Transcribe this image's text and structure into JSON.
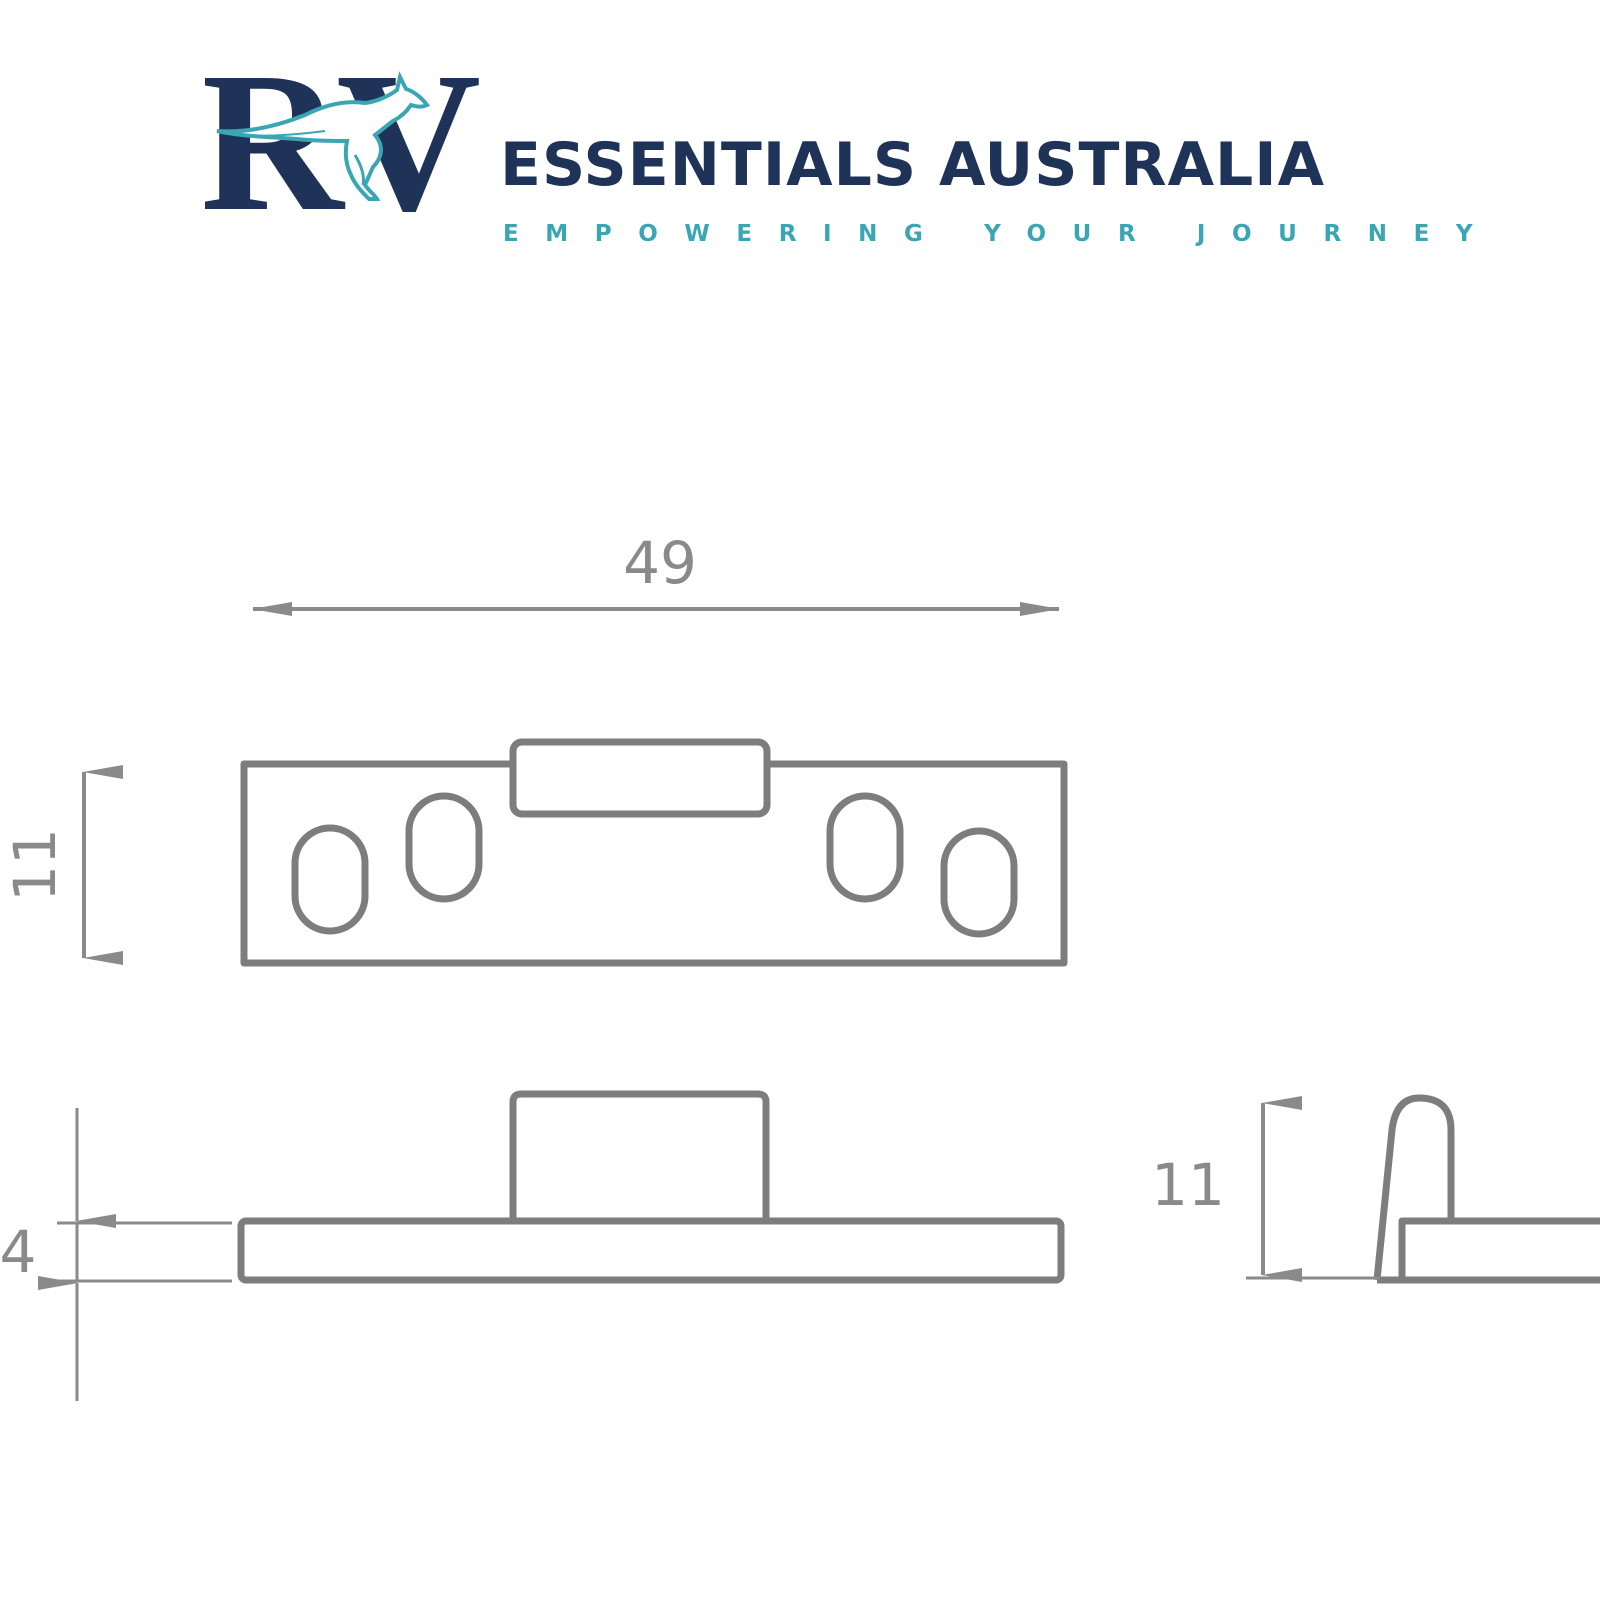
{
  "logo": {
    "monogram": "RV",
    "brand_name": "ESSENTIALS AUSTRALIA",
    "tagline": "EMPOWERING YOUR JOURNEY",
    "colors": {
      "navy": "#1f3358",
      "teal": "#3aa6b4"
    }
  },
  "drawing": {
    "line_color": "#7d7d7d",
    "dimensions": {
      "top_view_width": "49",
      "top_view_height": "11",
      "front_view_plate_thickness": "4",
      "side_view_height": "11"
    }
  }
}
